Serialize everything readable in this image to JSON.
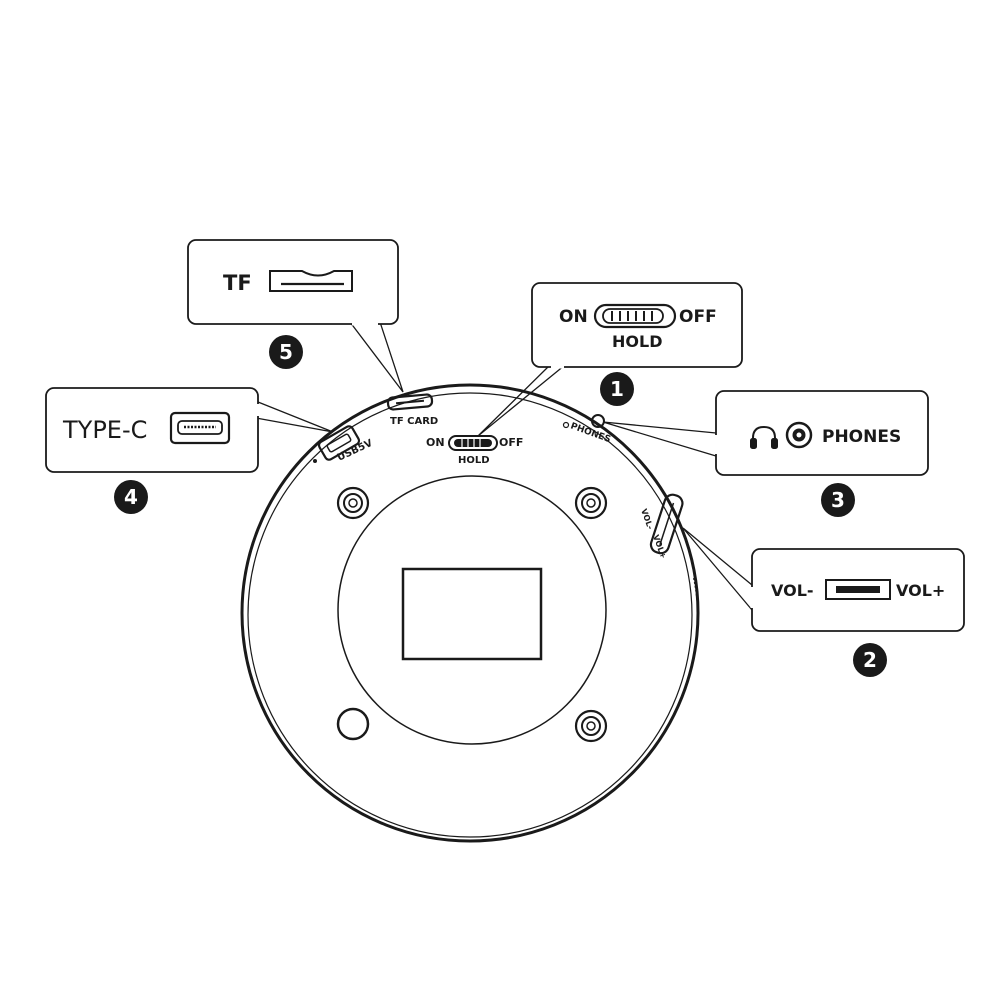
{
  "callouts": {
    "tf": {
      "label": "TF",
      "number": "5"
    },
    "power": {
      "on": "ON",
      "off": "OFF",
      "hold": "HOLD",
      "number": "1"
    },
    "typec": {
      "label": "TYPE-C",
      "number": "4"
    },
    "phones": {
      "label": "PHONES",
      "number": "3"
    },
    "volume": {
      "minus": "VOL-",
      "plus": "VOL+",
      "number": "2"
    }
  },
  "device": {
    "usb_label": "USB5V",
    "tf_label": "TF CARD",
    "switch_on": "ON",
    "switch_off": "OFF",
    "switch_hold": "HOLD",
    "phones_label": "PHONES",
    "vol_minus": "VOL-",
    "vol_plus": "VOL+"
  },
  "icons": {
    "headphone": "headphone-icon",
    "jack": "audio-jack-icon",
    "usb": "usb-c-port-icon",
    "card": "tf-card-slot-icon",
    "switch": "slide-switch-icon"
  },
  "colors": {
    "line": "#1a1a1a",
    "badge": "#1a1a1a",
    "background": "#ffffff"
  }
}
